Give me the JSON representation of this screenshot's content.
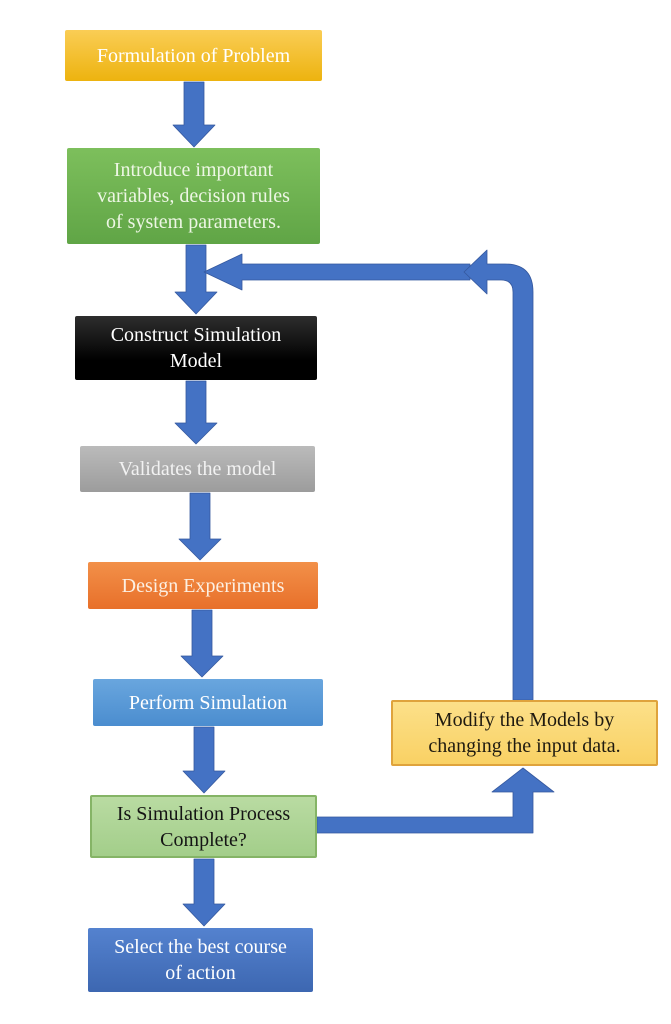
{
  "diagram": {
    "nodes": [
      {
        "id": "formulation-of-problem",
        "lines": [
          "Formulation of Problem"
        ]
      },
      {
        "id": "introduce-variables",
        "lines": [
          "Introduce important",
          "variables, decision rules",
          "of system parameters."
        ]
      },
      {
        "id": "construct-simulation-model",
        "lines": [
          "Construct Simulation",
          "Model"
        ]
      },
      {
        "id": "validates-the-model",
        "lines": [
          "Validates the model"
        ]
      },
      {
        "id": "design-experiments",
        "lines": [
          "Design Experiments"
        ]
      },
      {
        "id": "perform-simulation",
        "lines": [
          "Perform Simulation"
        ]
      },
      {
        "id": "is-simulation-process-complete",
        "lines": [
          "Is Simulation Process",
          "Complete?"
        ]
      },
      {
        "id": "select-best-course",
        "lines": [
          "Select the best course",
          "of action"
        ]
      },
      {
        "id": "modify-the-models",
        "lines": [
          "Modify the Models by",
          "changing the input data."
        ]
      }
    ],
    "edges": [
      {
        "from": "formulation-of-problem",
        "to": "introduce-variables"
      },
      {
        "from": "introduce-variables",
        "to": "construct-simulation-model"
      },
      {
        "from": "construct-simulation-model",
        "to": "validates-the-model"
      },
      {
        "from": "validates-the-model",
        "to": "design-experiments"
      },
      {
        "from": "design-experiments",
        "to": "perform-simulation"
      },
      {
        "from": "perform-simulation",
        "to": "is-simulation-process-complete"
      },
      {
        "from": "is-simulation-process-complete",
        "to": "select-best-course"
      },
      {
        "from": "is-simulation-process-complete",
        "to": "modify-the-models"
      },
      {
        "from": "modify-the-models",
        "to": "construct-simulation-model"
      }
    ]
  },
  "colors": {
    "arrow-fill": "#4472C4",
    "arrow-edge": "#35589E",
    "formulation-top": "#FACD55",
    "formulation-bottom": "#EDB30F",
    "variables-top": "#7DBF5C",
    "variables-bottom": "#60A546",
    "construct-top": "#2E2E2E",
    "construct-bottom": "#000000",
    "validates-top": "#BBBBBB",
    "validates-bottom": "#9C9C9C",
    "design-top": "#F29049",
    "design-bottom": "#E8702A",
    "perform-top": "#69A6DE",
    "perform-bottom": "#4B8DCF",
    "complete-top": "#B9DBA2",
    "complete-bottom": "#A3CE8A",
    "complete-border": "#85B466",
    "select-top": "#5482CF",
    "select-bottom": "#3D67B1",
    "modify-top": "#FCE089",
    "modify-bottom": "#F9D164",
    "modify-border": "#DFA33C",
    "text-light": "#FFFFFF",
    "text-dark": "#141414"
  }
}
